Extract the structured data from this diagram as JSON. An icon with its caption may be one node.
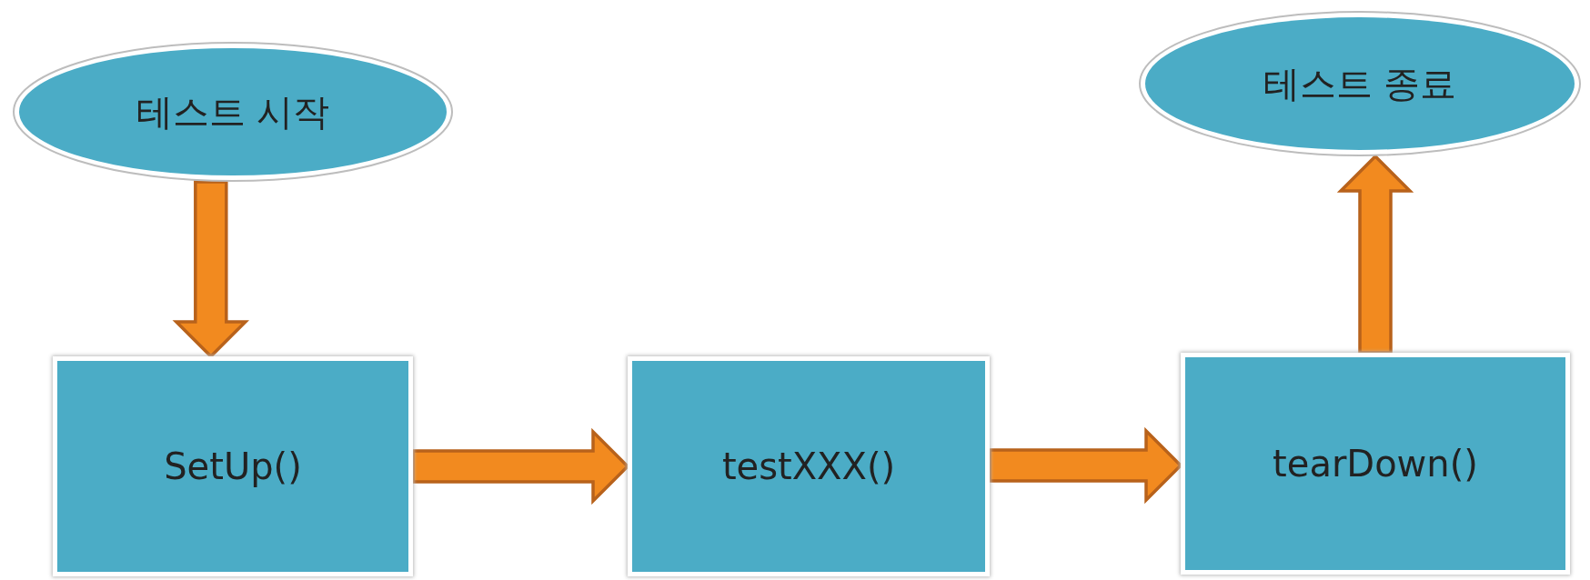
{
  "diagram": {
    "nodes": [
      {
        "text": [
          "테스트 시작"
        ]
      },
      {
        "text": [
          "SetUp()"
        ]
      },
      {
        "text": [
          "testXXX()"
        ]
      },
      {
        "text": [
          "tearDown()"
        ]
      },
      {
        "text": [
          "테스트 종료"
        ]
      }
    ],
    "edges": [
      {
        "from": 0,
        "to": 1,
        "arrow": "to"
      },
      {
        "from": 1,
        "to": 2,
        "arrow": "to"
      },
      {
        "from": 2,
        "to": 3,
        "arrow": "to"
      },
      {
        "from": 3,
        "to": 4,
        "arrow": "to"
      }
    ]
  }
}
